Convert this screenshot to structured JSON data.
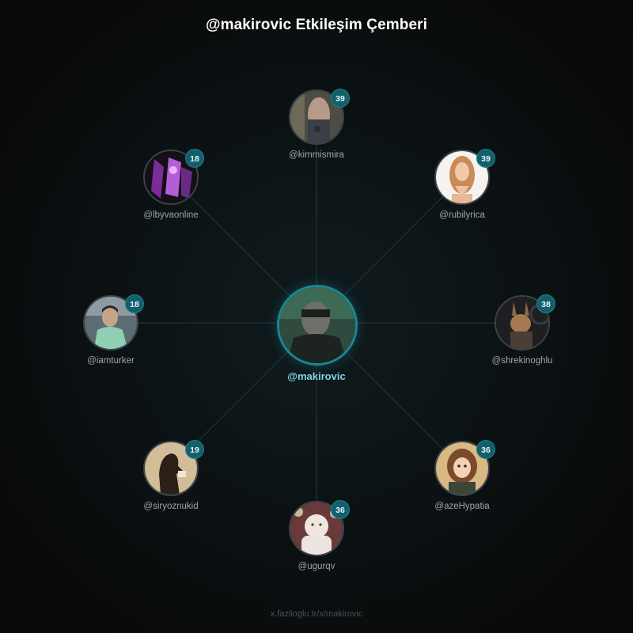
{
  "title": "@makirovic Etkileşim Çemberi",
  "center": {
    "handle": "@makirovic"
  },
  "accounts": [
    {
      "handle": "@kimmismira",
      "count": "39"
    },
    {
      "handle": "@rubilyrica",
      "count": "39"
    },
    {
      "handle": "@shrekinoghlu",
      "count": "38"
    },
    {
      "handle": "@azeHypatia",
      "count": "36"
    },
    {
      "handle": "@ugurqv",
      "count": "36"
    },
    {
      "handle": "@siryoznukid",
      "count": "19"
    },
    {
      "handle": "@iamturker",
      "count": "18"
    },
    {
      "handle": "@lbyvaonline",
      "count": "18"
    }
  ],
  "footer": "x.fazlioglu.tr/x/makirovic",
  "colors": {
    "accent": "#1a8794",
    "badge": "#13606c",
    "center_handle": "#7fd7e2"
  }
}
